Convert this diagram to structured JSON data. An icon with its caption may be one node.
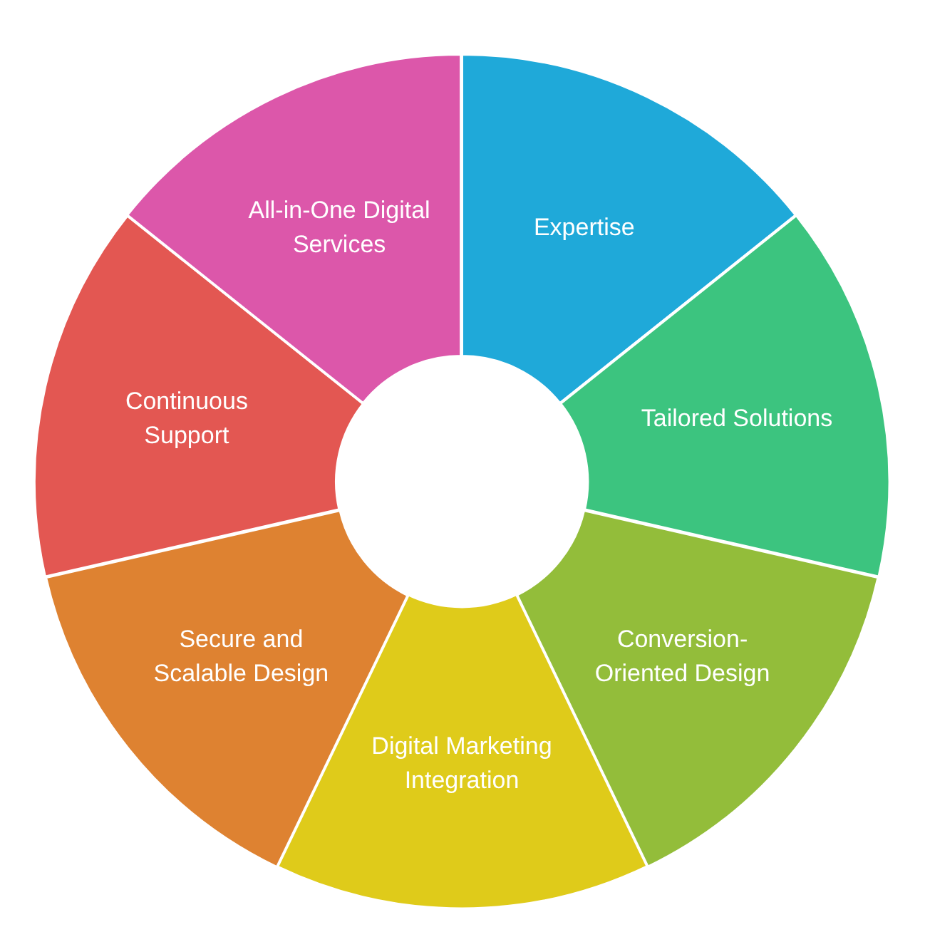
{
  "diagram": {
    "nodes": [
      {
        "text": [
          "Expertise"
        ]
      },
      {
        "text": [
          "Tailored Solutions"
        ]
      },
      {
        "text": [
          "Conversion-Oriented Design"
        ]
      },
      {
        "text": [
          "Digital Marketing Integration"
        ]
      },
      {
        "text": [
          "Secure and Scalable Design"
        ]
      },
      {
        "text": [
          "Continuous Support"
        ]
      },
      {
        "text": [
          "All-in-One Digital Services"
        ]
      }
    ]
  }
}
